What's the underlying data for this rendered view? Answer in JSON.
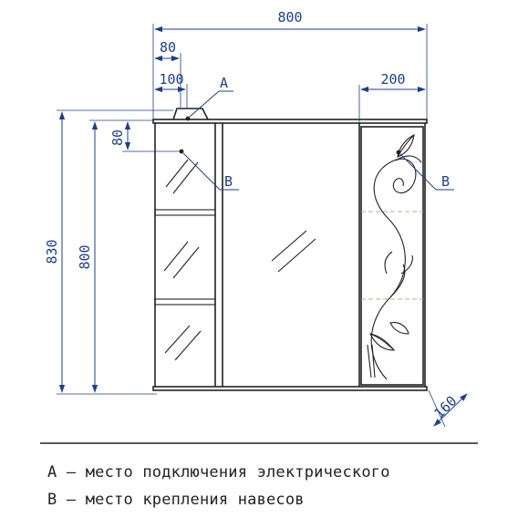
{
  "dimensions": {
    "overall_width": "800",
    "left_offset_a": "80",
    "left_offset_b": "100",
    "right_section_width": "200",
    "overall_height": "830",
    "body_height": "800",
    "mount_offset": "80",
    "depth": "160"
  },
  "callouts": {
    "a": "A",
    "b_left": "B",
    "b_right": "B"
  },
  "legend": {
    "line_a": "А – место подключения электрического",
    "line_b": "В – место крепления навесов"
  },
  "colors": {
    "dimension": "#1b3f8f",
    "body": "#222222",
    "shelf": "#a8b890"
  }
}
